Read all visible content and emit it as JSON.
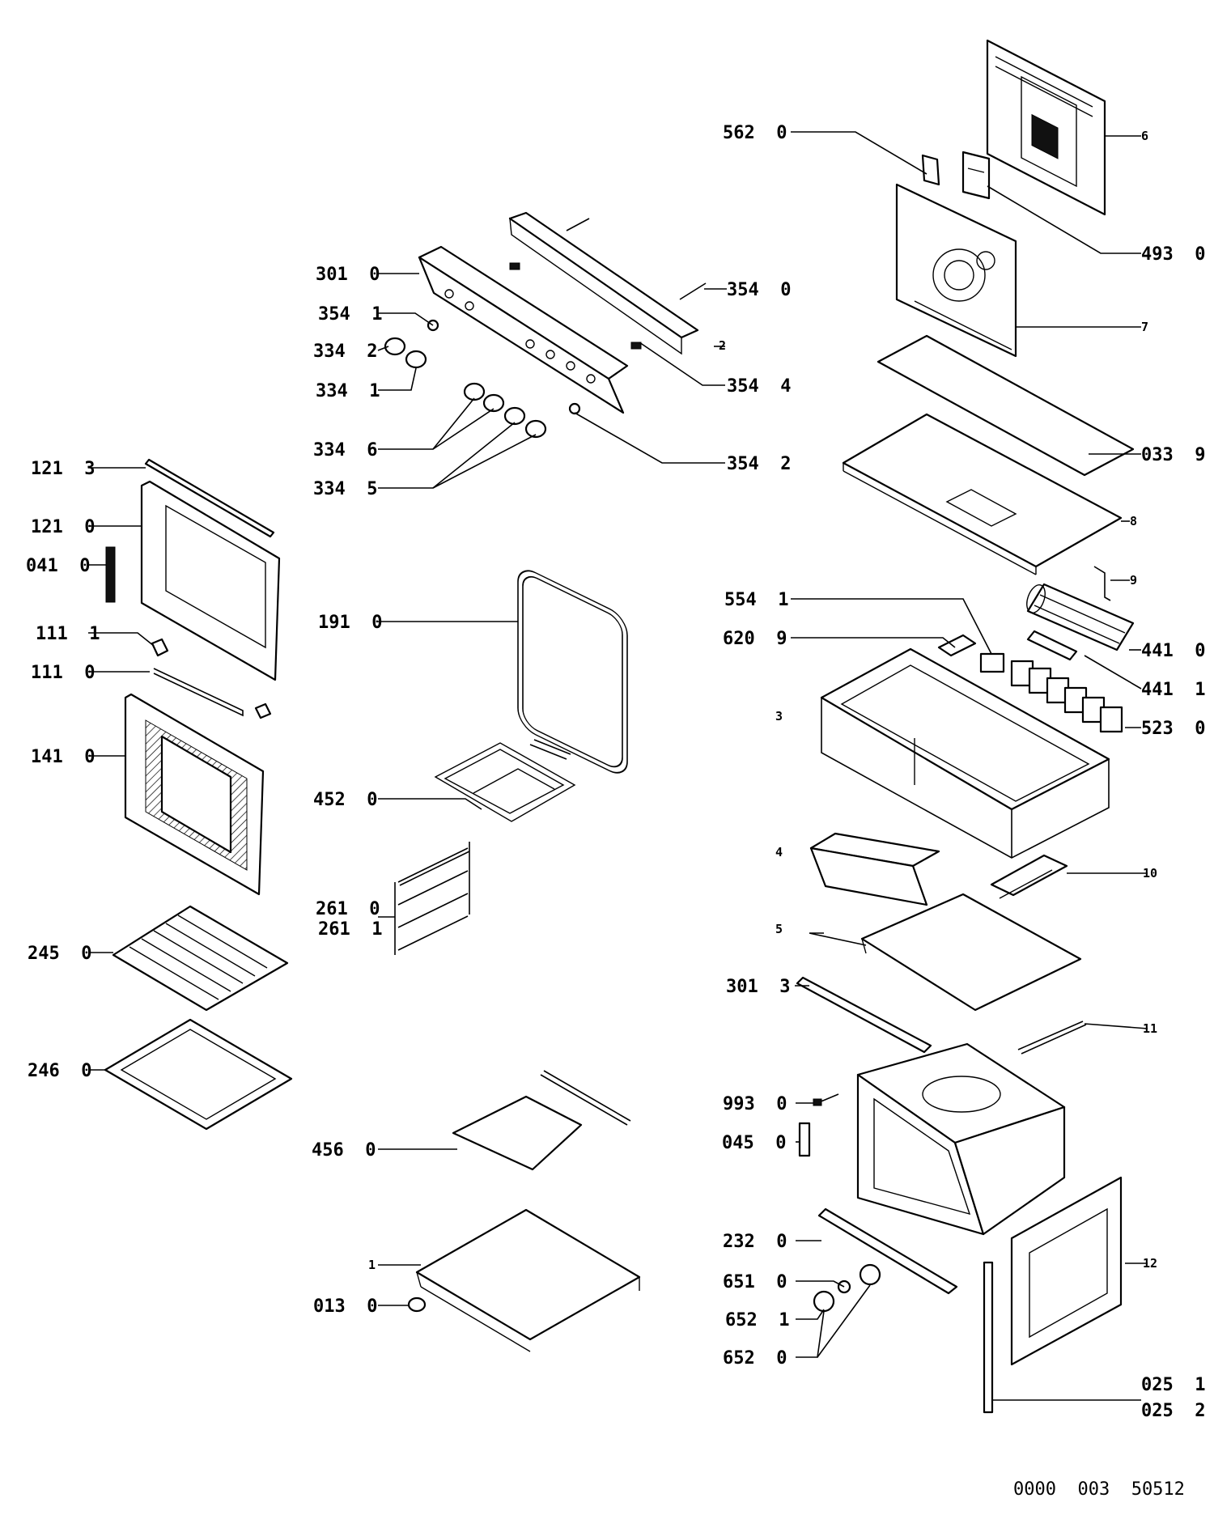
{
  "diagram": {
    "labels": {
      "l562_0": "562  0",
      "l493_0": "493  0",
      "l301_0": "301  0",
      "l354_0": "354  0",
      "l354_1": "354  1",
      "l334_2": "334  2",
      "l334_1": "334  1",
      "l354_4": "354  4",
      "l334_6": "334  6",
      "l354_2": "354  2",
      "l334_5": "334  5",
      "l033_9": "033  9",
      "l121_3": "121  3",
      "l121_0": "121  0",
      "l041_0": "041  0",
      "l191_0": "191  0",
      "l111_1": "111  1",
      "l111_0": "111  0",
      "l554_1": "554  1",
      "l620_9": "620  9",
      "l441_0": "441  0",
      "l441_1": "441  1",
      "l523_0": "523  0",
      "l141_0": "141  0",
      "l452_0": "452  0",
      "l261_0": "261  0",
      "l261_1": "261  1",
      "l245_0": "245  0",
      "l301_3": "301  3",
      "l246_0": "246  0",
      "l993_0": "993  0",
      "l045_0": "045  0",
      "l456_0": "456  0",
      "l232_0": "232  0",
      "l651_0": "651  0",
      "l652_1": "652  1",
      "l652_0": "652  0",
      "l013_0": "013  0",
      "l025_1": "025  1",
      "l025_2": "025  2"
    },
    "item_numbers": {
      "n1": "1",
      "n2": "2",
      "n3": "3",
      "n4": "4",
      "n5": "5",
      "n6": "6",
      "n7": "7",
      "n8": "8",
      "n9": "9",
      "n10": "10",
      "n11": "11",
      "n12": "12"
    },
    "document_code": "0000  003  50512"
  }
}
